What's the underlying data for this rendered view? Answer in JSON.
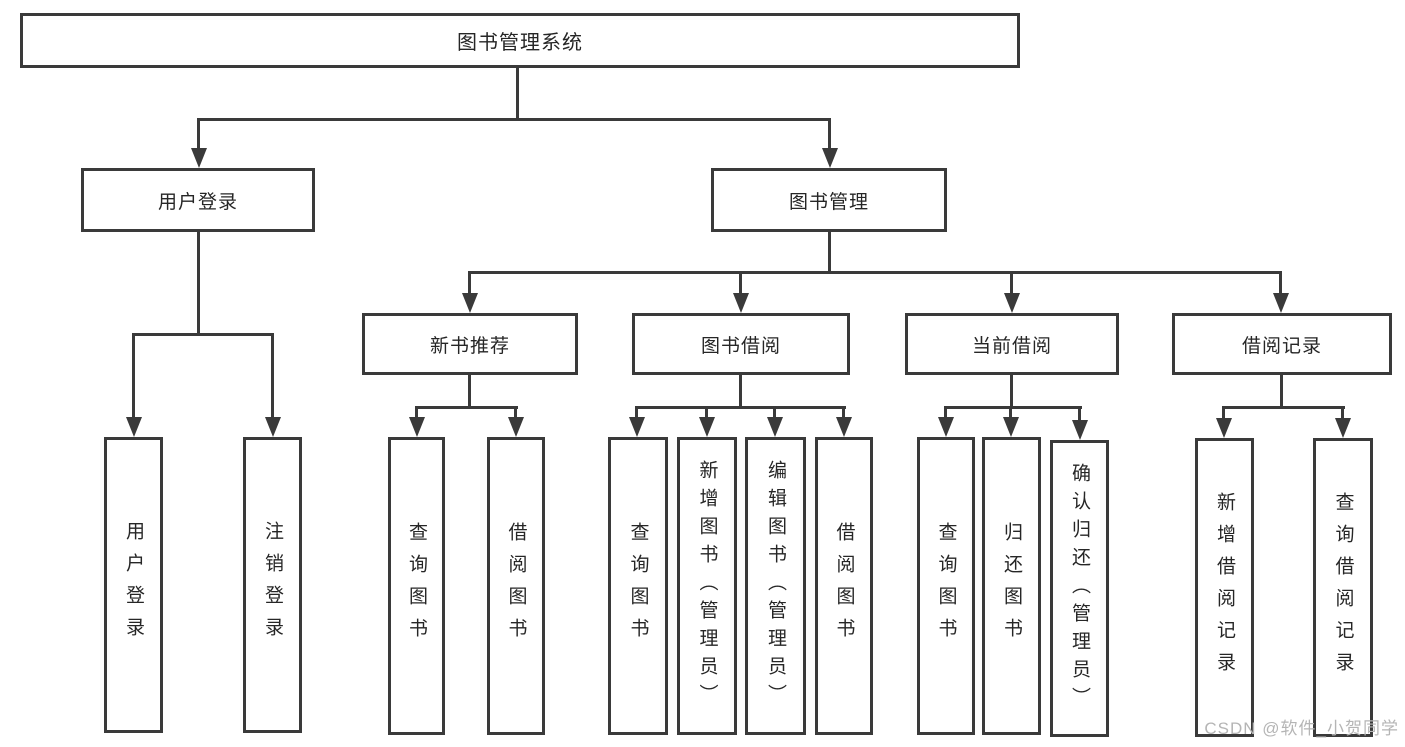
{
  "diagram": {
    "title": "图书管理系统",
    "root": {
      "label": "图书管理系统"
    },
    "level2": [
      {
        "label": "用户登录"
      },
      {
        "label": "图书管理"
      }
    ],
    "level3": [
      {
        "label": "新书推荐"
      },
      {
        "label": "图书借阅"
      },
      {
        "label": "当前借阅"
      },
      {
        "label": "借阅记录"
      }
    ],
    "leaves": {
      "user_login": [
        "用户登录",
        "注销登录"
      ],
      "new_book": [
        "查询图书",
        "借阅图书"
      ],
      "book_borrow": [
        "查询图书",
        "新增图书（管理员）",
        "编辑图书（管理员）",
        "借阅图书"
      ],
      "current_borrow": [
        "查询图书",
        "归还图书",
        "确认归还（管理员）"
      ],
      "borrow_records": [
        "新增借阅记录",
        "查询借阅记录"
      ]
    }
  },
  "watermark": "CSDN @软件_小贺同学",
  "colors": {
    "line": "#3a3a3a",
    "text": "#262626",
    "background": "#ffffff",
    "watermark": "#b5b5b5"
  }
}
